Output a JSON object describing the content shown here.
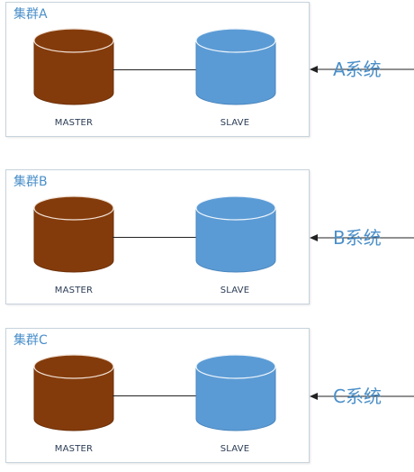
{
  "colors": {
    "master_fill": "#843b0b",
    "slave_fill": "#5b9bd5",
    "accent_text": "#4a8fc9",
    "border": "#c7d3dc"
  },
  "clusters": [
    {
      "title": "集群A",
      "master_label": "MASTER",
      "slave_label": "SLAVE",
      "system_label": "A系统"
    },
    {
      "title": "集群B",
      "master_label": "MASTER",
      "slave_label": "SLAVE",
      "system_label": "B系统"
    },
    {
      "title": "集群C",
      "master_label": "MASTER",
      "slave_label": "SLAVE",
      "system_label": "C系统"
    }
  ]
}
